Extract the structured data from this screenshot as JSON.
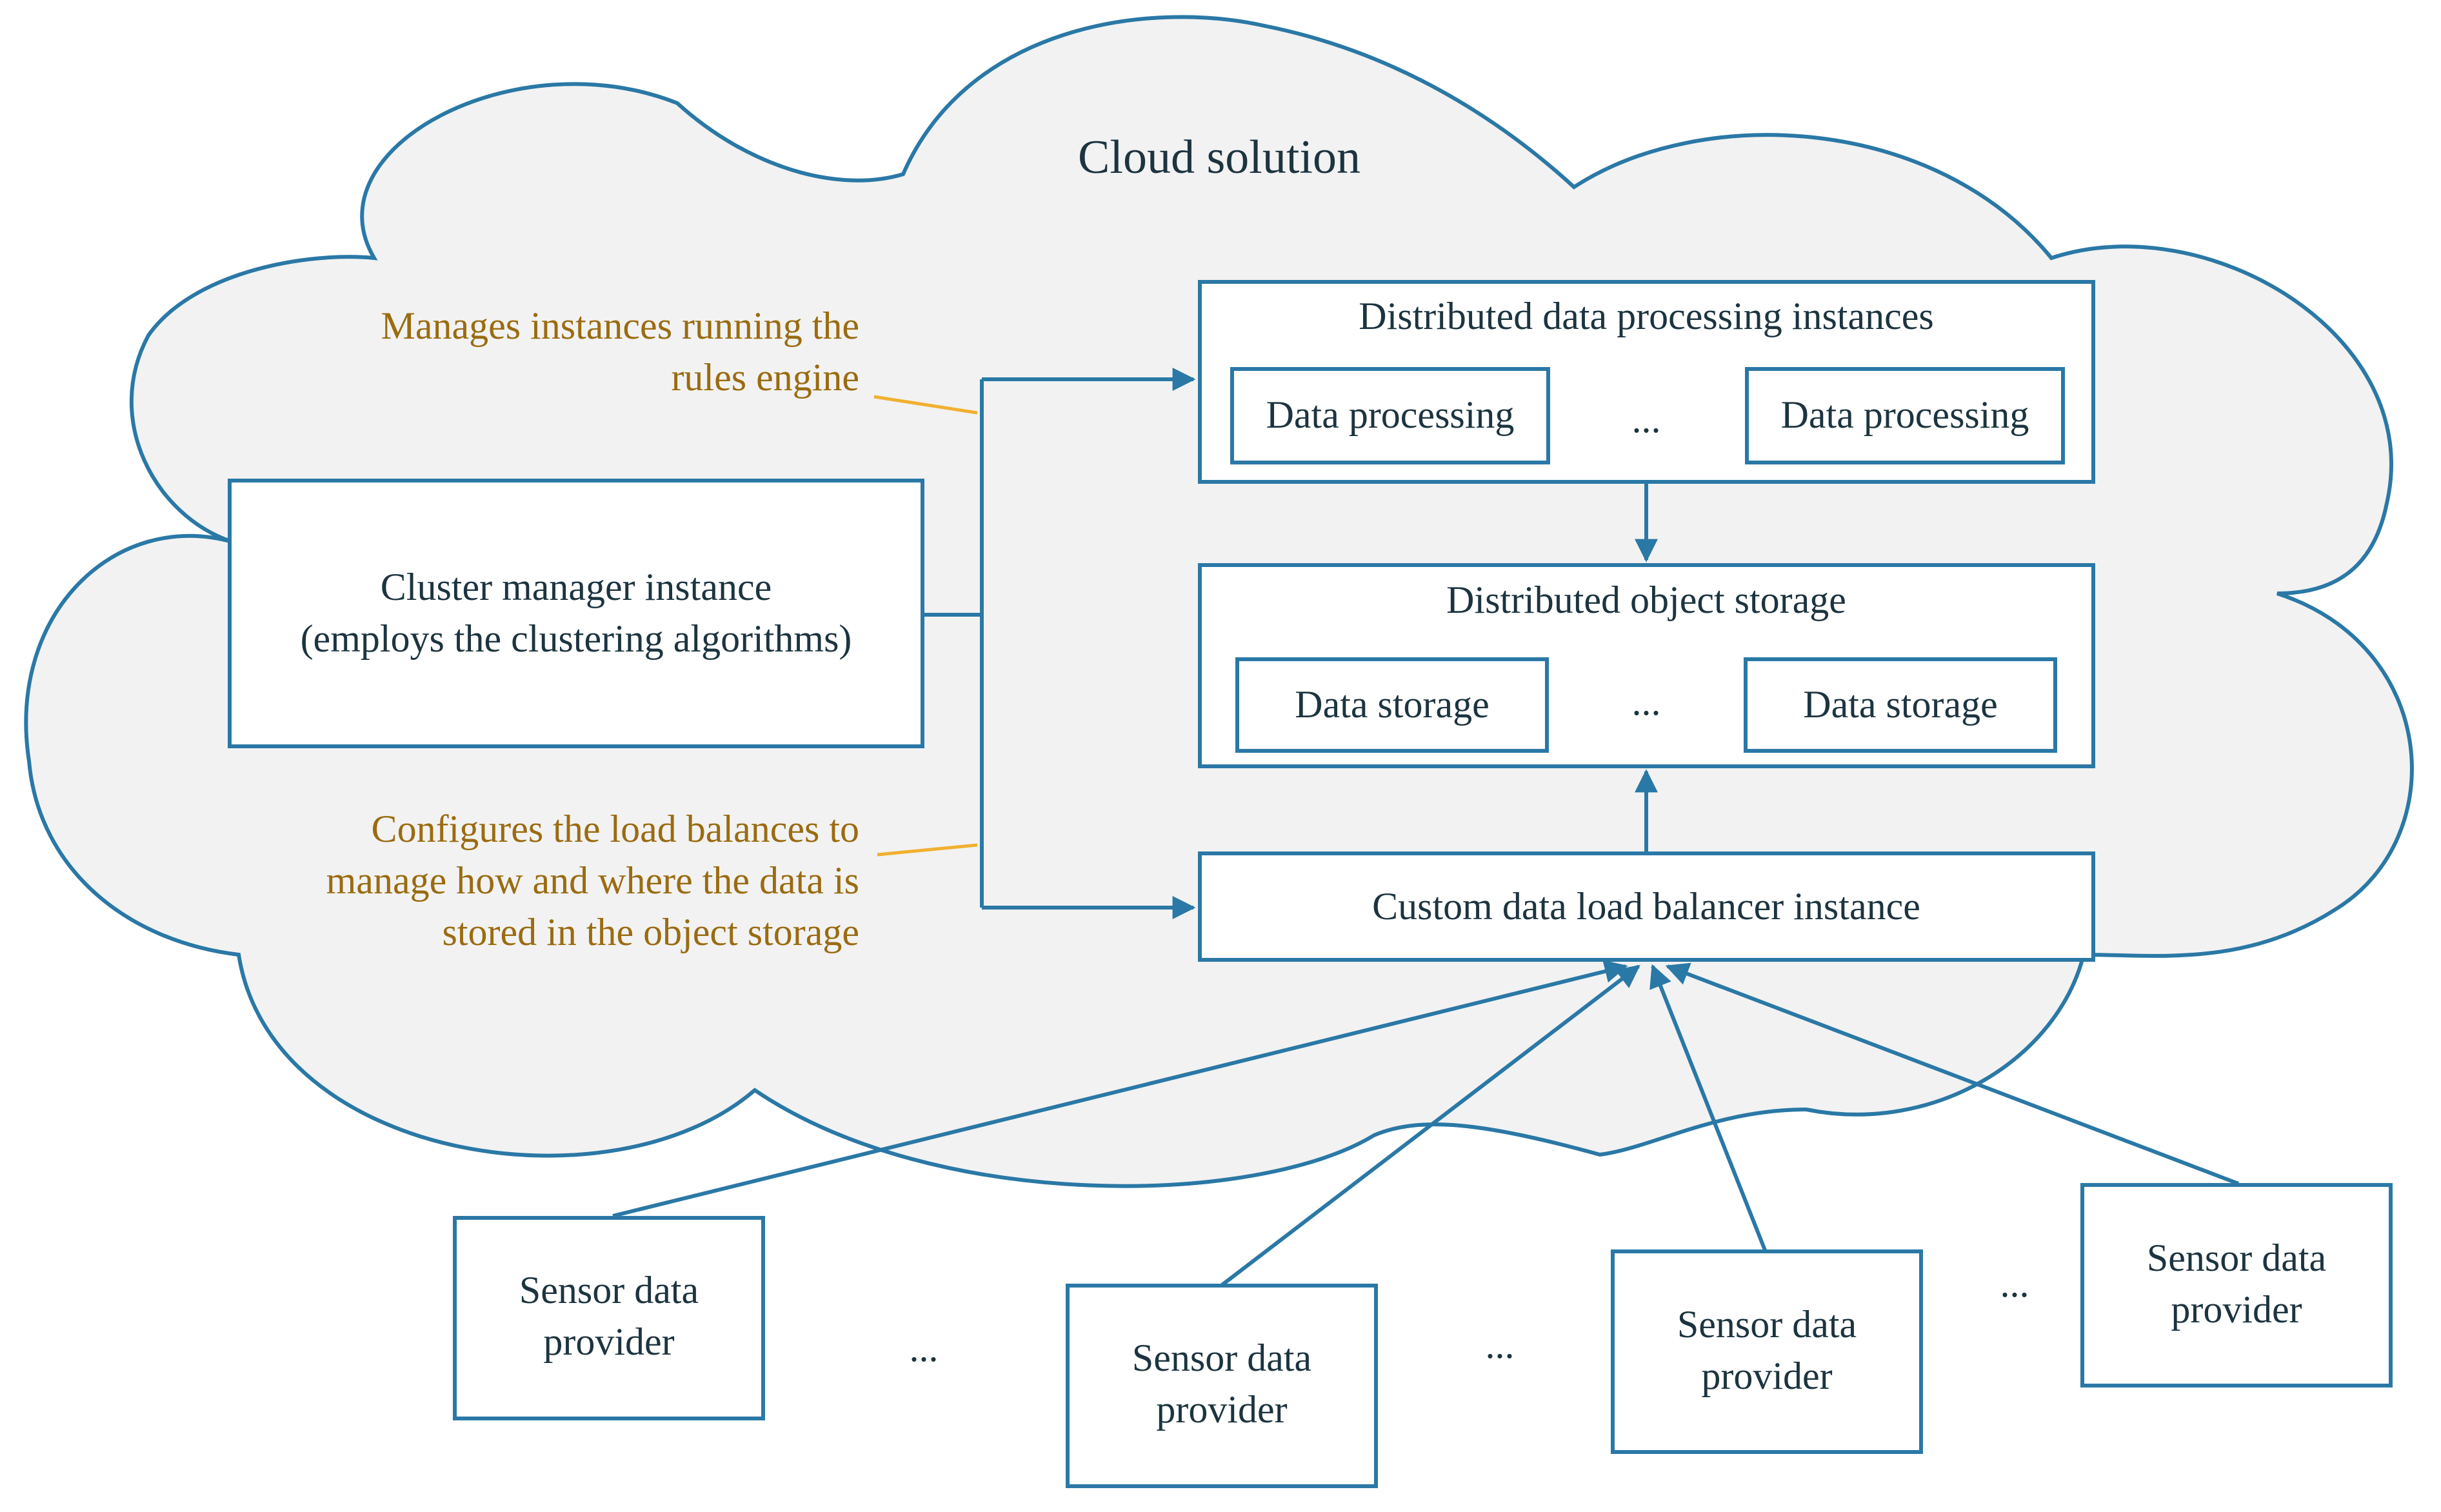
{
  "diagram": {
    "cloud_title": "Cloud solution",
    "cluster_manager": {
      "line1": "Cluster manager instance",
      "line2": "(employs the clustering algorithms)"
    },
    "note_top": {
      "line1": "Manages instances running the",
      "line2": "rules engine"
    },
    "note_bottom": {
      "line1": "Configures the load balances to",
      "line2": "manage how and where the data is",
      "line3": "stored in the object storage"
    },
    "processing": {
      "title": "Distributed data processing instances",
      "item1": "Data processing",
      "item2": "Data processing",
      "dots": "..."
    },
    "storage": {
      "title": "Distributed object storage",
      "item1": "Data storage",
      "item2": "Data storage",
      "dots": "..."
    },
    "load_balancer": "Custom data load balancer instance",
    "providers": [
      {
        "line1": "Sensor data",
        "line2": "provider"
      },
      {
        "line1": "Sensor data",
        "line2": "provider"
      },
      {
        "line1": "Sensor data",
        "line2": "provider"
      },
      {
        "line1": "Sensor data",
        "line2": "provider"
      }
    ],
    "provider_dots": [
      "...",
      "...",
      "..."
    ],
    "colors": {
      "cloud_fill": "#f2f2f2",
      "stroke": "#2a78a6",
      "note_text": "#9a6b10",
      "note_line": "#f0b030",
      "text": "#1c3440"
    }
  }
}
